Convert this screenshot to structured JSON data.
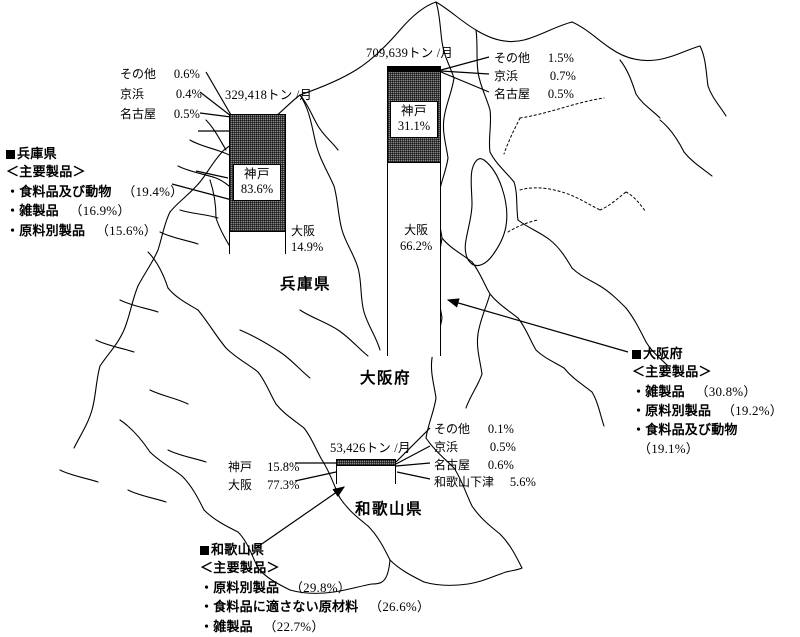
{
  "chart_data": {
    "type": "bar",
    "title": "近畿圏 府県別 海上出荷量と仕向港別構成比",
    "unit_label": "トン /月",
    "series_note": "stacked 100% bars, one per prefecture",
    "charts": [
      {
        "id": "hyogo",
        "prefecture": "兵庫県",
        "total_label": "329,418トン /月",
        "total_value": 329418,
        "unit": "トン /月",
        "segments": [
          {
            "name": "神戸",
            "value": 83.6,
            "label": "83.6%",
            "style": "dark"
          },
          {
            "name": "大阪",
            "value": 14.9,
            "label": "14.9%",
            "style": "white"
          }
        ],
        "callouts": [
          {
            "name": "その他",
            "value": 0.6,
            "label": "0.6%"
          },
          {
            "name": "京浜",
            "value": 0.4,
            "label": "0.4%"
          },
          {
            "name": "名古屋",
            "value": 0.5,
            "label": "0.5%"
          }
        ]
      },
      {
        "id": "osaka",
        "prefecture": "大阪府",
        "total_label": "709,639トン /月",
        "total_value": 709639,
        "unit": "トン /月",
        "segments": [
          {
            "name": "神戸",
            "value": 31.1,
            "label": "31.1%",
            "style": "dark"
          },
          {
            "name": "大阪",
            "value": 66.2,
            "label": "66.2%",
            "style": "white"
          }
        ],
        "callouts": [
          {
            "name": "その他",
            "value": 1.5,
            "label": "1.5%"
          },
          {
            "name": "京浜",
            "value": 0.7,
            "label": "0.7%"
          },
          {
            "name": "名古屋",
            "value": 0.5,
            "label": "0.5%"
          }
        ]
      },
      {
        "id": "wakayama",
        "prefecture": "和歌山県",
        "total_label": "53,426トン /月",
        "total_value": 53426,
        "unit": "トン /月",
        "segments": [
          {
            "name": "神戸",
            "value": 15.8,
            "label": "15.8%",
            "style": "dark"
          },
          {
            "name": "大阪",
            "value": 77.3,
            "label": "77.3%",
            "style": "white"
          }
        ],
        "callouts": [
          {
            "name": "その他",
            "value": 0.1,
            "label": "0.1%"
          },
          {
            "name": "京浜",
            "value": 0.5,
            "label": "0.5%"
          },
          {
            "name": "名古屋",
            "value": 0.6,
            "label": "0.6%"
          },
          {
            "name": "和歌山下津",
            "value": 5.6,
            "label": "5.6%"
          }
        ]
      }
    ]
  },
  "hyogo": {
    "tonnage": "329,418トン /月",
    "pref_label": "兵庫県",
    "seg_kobe_name": "神戸",
    "seg_kobe_pct": "83.6%",
    "seg_osaka_name": "大阪",
    "seg_osaka_pct": "14.9%",
    "callout_1_name": "その他",
    "callout_1_pct": "0.6%",
    "callout_2_name": "京浜",
    "callout_2_pct": "0.4%",
    "callout_3_name": "名古屋",
    "callout_3_pct": "0.5%"
  },
  "osaka": {
    "tonnage": "709,639トン /月",
    "pref_label": "大阪府",
    "seg_kobe_name": "神戸",
    "seg_kobe_pct": "31.1%",
    "seg_osaka_name": "大阪",
    "seg_osaka_pct": "66.2%",
    "callout_1_name": "その他",
    "callout_1_pct": "1.5%",
    "callout_2_name": "京浜",
    "callout_2_pct": "0.7%",
    "callout_3_name": "名古屋",
    "callout_3_pct": "0.5%"
  },
  "wakayama": {
    "tonnage": "53,426トン /月",
    "pref_label": "和歌山県",
    "seg_kobe_name": "神戸",
    "seg_kobe_pct": "15.8%",
    "seg_osaka_name": "大阪",
    "seg_osaka_pct": "77.3%",
    "callout_1_name": "その他",
    "callout_1_pct": "0.1%",
    "callout_2_name": "京浜",
    "callout_2_pct": "0.5%",
    "callout_3_name": "名古屋",
    "callout_3_pct": "0.6%",
    "callout_4_name": "和歌山下津",
    "callout_4_pct": "5.6%"
  },
  "legends": {
    "hyogo": {
      "title": "兵庫県",
      "subtitle": "＜主要製品＞",
      "item_1": "・食料品及び動物",
      "item_1_pct": "（19.4%）",
      "item_2": "・雑製品",
      "item_2_pct": "（16.9%）",
      "item_3": "・原料別製品",
      "item_3_pct": "（15.6%）"
    },
    "osaka": {
      "title": "大阪府",
      "subtitle": "＜主要製品＞",
      "item_1": "・雑製品",
      "item_1_pct": "（30.8%）",
      "item_2": "・原料別製品",
      "item_2_pct": "（19.2%）",
      "item_3": "・食料品及び動物",
      "item_3_pct": "（19.1%）"
    },
    "wakayama": {
      "title": "和歌山県",
      "subtitle": "＜主要製品＞",
      "item_1": "・原料別製品",
      "item_1_pct": "（29.8%）",
      "item_2": "・食料品に適さない原材料",
      "item_2_pct": "（26.6%）",
      "item_3": "・雑製品",
      "item_3_pct": "（22.7%）"
    }
  }
}
